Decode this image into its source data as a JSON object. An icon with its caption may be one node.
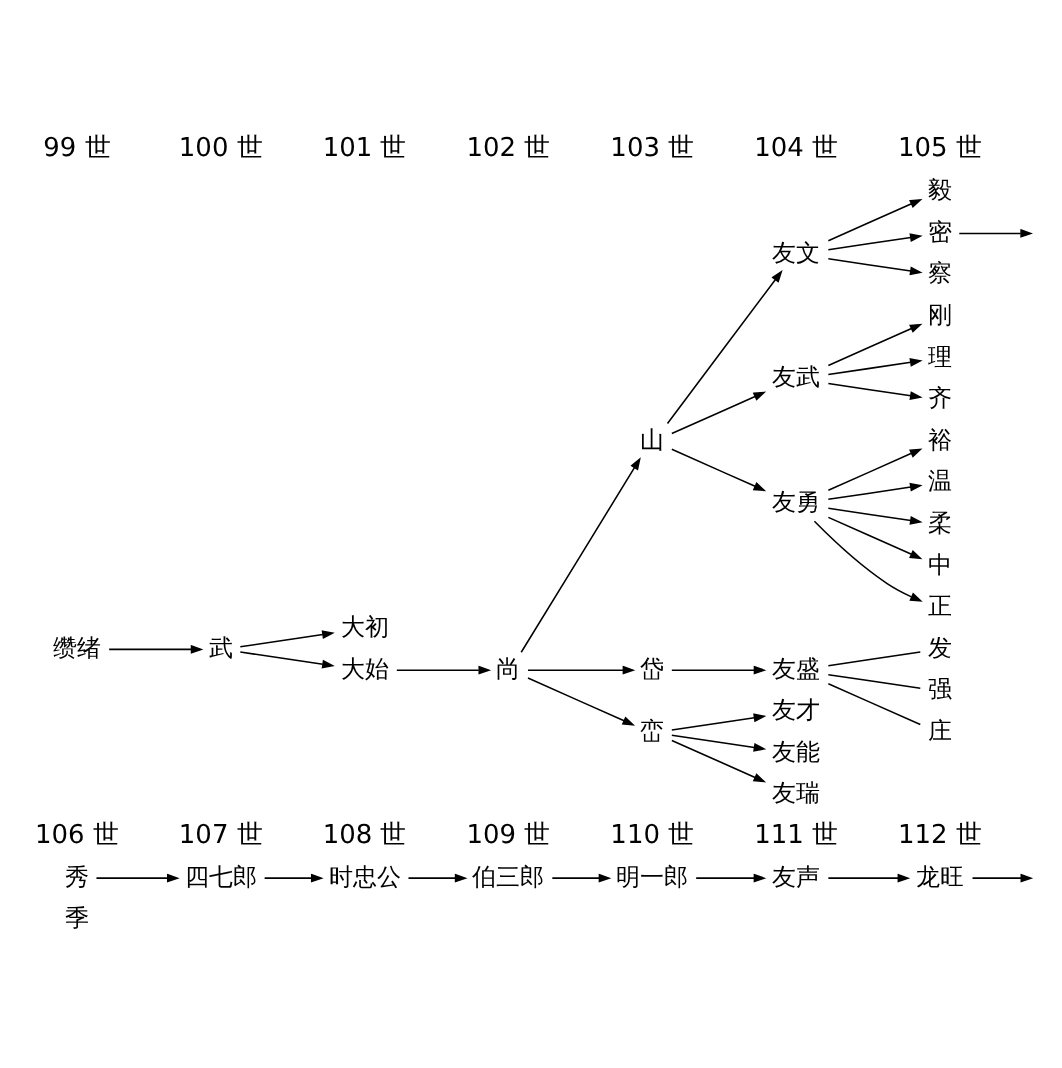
{
  "diagram": {
    "nodes": [
      {
        "text": [
          "缵绪"
        ]
      },
      {
        "text": [
          "武"
        ]
      },
      {
        "text": [
          "大初"
        ]
      },
      {
        "text": [
          "大始"
        ]
      },
      {
        "text": [
          "尚"
        ]
      },
      {
        "text": [
          "山"
        ]
      },
      {
        "text": [
          "岱"
        ]
      },
      {
        "text": [
          "峦"
        ]
      },
      {
        "text": [
          "友文"
        ]
      },
      {
        "text": [
          "友武"
        ]
      },
      {
        "text": [
          "友勇"
        ]
      },
      {
        "text": [
          "友盛"
        ]
      },
      {
        "text": [
          "友才"
        ]
      },
      {
        "text": [
          "友能"
        ]
      },
      {
        "text": [
          "友瑞"
        ]
      },
      {
        "text": [
          "毅"
        ]
      },
      {
        "text": [
          "密"
        ]
      },
      {
        "text": [
          "察"
        ]
      },
      {
        "text": [
          "刚"
        ]
      },
      {
        "text": [
          "理"
        ]
      },
      {
        "text": [
          "齐"
        ]
      },
      {
        "text": [
          "裕"
        ]
      },
      {
        "text": [
          "温"
        ]
      },
      {
        "text": [
          "柔"
        ]
      },
      {
        "text": [
          "中"
        ]
      },
      {
        "text": [
          "正"
        ]
      },
      {
        "text": [
          "发"
        ]
      },
      {
        "text": [
          "强"
        ]
      },
      {
        "text": [
          "庄"
        ]
      },
      {
        "text": [
          "秀"
        ]
      },
      {
        "text": [
          "季"
        ]
      },
      {
        "text": [
          "四七郎"
        ]
      },
      {
        "text": [
          "时忠公"
        ]
      },
      {
        "text": [
          "伯三郎"
        ]
      },
      {
        "text": [
          "明一郎"
        ]
      },
      {
        "text": [
          "友声"
        ]
      },
      {
        "text": [
          "龙旺"
        ]
      }
    ],
    "edges": [
      {
        "from": 0,
        "to": 1,
        "arrow": "to"
      },
      {
        "from": 1,
        "to": 2,
        "arrow": "to"
      },
      {
        "from": 1,
        "to": 3,
        "arrow": "to"
      },
      {
        "from": 3,
        "to": 4,
        "arrow": "to"
      },
      {
        "from": 4,
        "to": 5,
        "arrow": "to"
      },
      {
        "from": 4,
        "to": 6,
        "arrow": "to"
      },
      {
        "from": 4,
        "to": 7,
        "arrow": "to"
      },
      {
        "from": 5,
        "to": 8,
        "arrow": "to"
      },
      {
        "from": 5,
        "to": 9,
        "arrow": "to"
      },
      {
        "from": 5,
        "to": 10,
        "arrow": "to"
      },
      {
        "from": 6,
        "to": 11,
        "arrow": "to"
      },
      {
        "from": 7,
        "to": 12,
        "arrow": "to"
      },
      {
        "from": 7,
        "to": 13,
        "arrow": "to"
      },
      {
        "from": 7,
        "to": 14,
        "arrow": "to"
      },
      {
        "from": 8,
        "to": 15,
        "arrow": "to"
      },
      {
        "from": 8,
        "to": 16,
        "arrow": "to"
      },
      {
        "from": 8,
        "to": 17,
        "arrow": "to"
      },
      {
        "from": 9,
        "to": 18,
        "arrow": "to"
      },
      {
        "from": 9,
        "to": 19,
        "arrow": "to"
      },
      {
        "from": 9,
        "to": 20,
        "arrow": "to"
      },
      {
        "from": 10,
        "to": 21,
        "arrow": "to"
      },
      {
        "from": 10,
        "to": 22,
        "arrow": "to"
      },
      {
        "from": 10,
        "to": 23,
        "arrow": "to"
      },
      {
        "from": 10,
        "to": 24,
        "arrow": "to"
      },
      {
        "from": 10,
        "to": 25,
        "arrow": "to"
      },
      {
        "from": 11,
        "to": 26,
        "arrow": "none"
      },
      {
        "from": 11,
        "to": 27,
        "arrow": "none"
      },
      {
        "from": 11,
        "to": 28,
        "arrow": "none"
      },
      {
        "from": 16,
        "to": null,
        "arrow": "to"
      },
      {
        "from": 29,
        "to": 31,
        "arrow": "to"
      },
      {
        "from": 31,
        "to": 32,
        "arrow": "to"
      },
      {
        "from": 32,
        "to": 33,
        "arrow": "to"
      },
      {
        "from": 33,
        "to": 34,
        "arrow": "to"
      },
      {
        "from": 34,
        "to": 35,
        "arrow": "to"
      },
      {
        "from": 35,
        "to": 36,
        "arrow": "to"
      },
      {
        "from": 36,
        "to": null,
        "arrow": "to"
      }
    ],
    "labels": [
      "99 世",
      "100 世",
      "101 世",
      "102 世",
      "103 世",
      "104 世",
      "105 世",
      "106 世",
      "107 世",
      "108 世",
      "109 世",
      "110 世",
      "111 世",
      "112 世"
    ]
  }
}
